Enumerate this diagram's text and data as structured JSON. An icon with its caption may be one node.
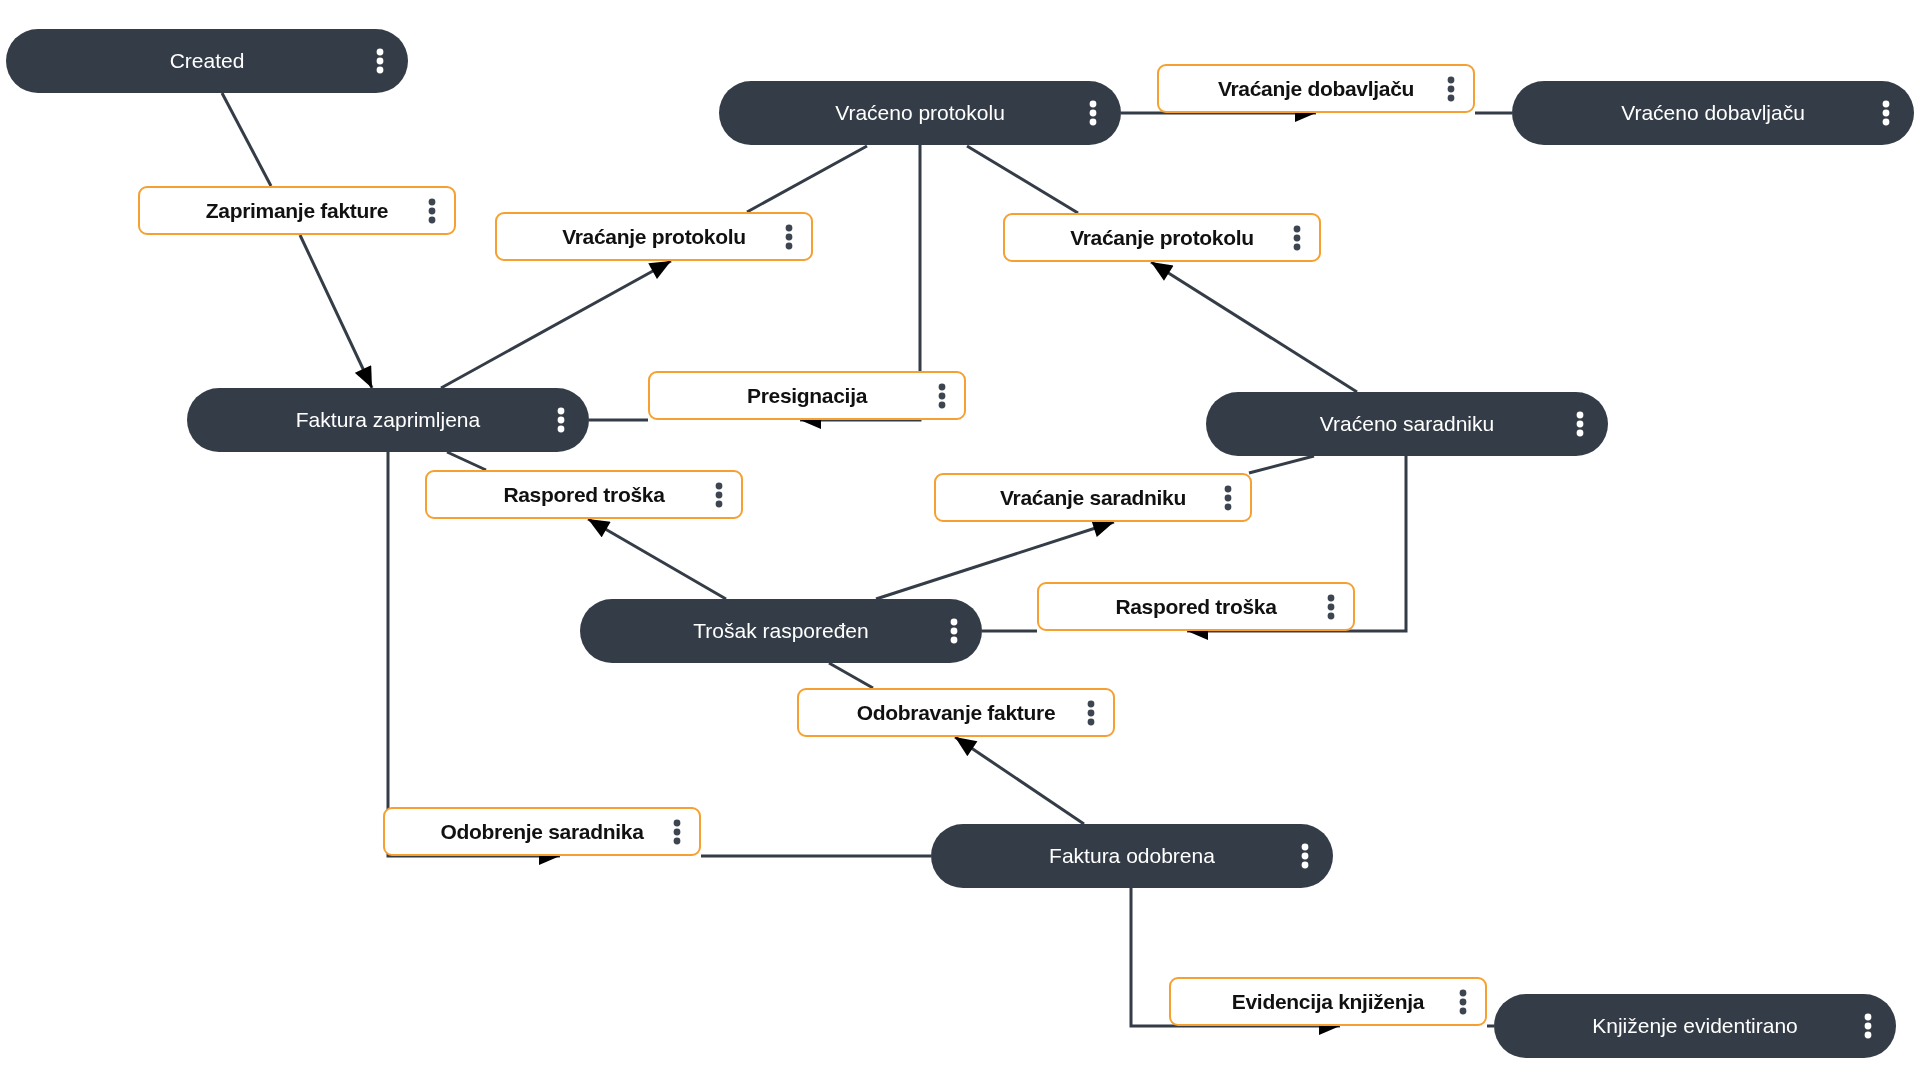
{
  "diagram": {
    "nodes": [
      {
        "text": [
          "Created"
        ]
      },
      {
        "text": [
          "Vraćeno protokolu"
        ]
      },
      {
        "text": [
          "Vraćeno dobavljaču"
        ]
      },
      {
        "text": [
          "Faktura zaprimljena"
        ]
      },
      {
        "text": [
          "Vraćeno saradniku"
        ]
      },
      {
        "text": [
          "Trošak raspoređen"
        ]
      },
      {
        "text": [
          "Faktura odobrena"
        ]
      },
      {
        "text": [
          "Knjiženje evidentirano"
        ]
      },
      {
        "text": [
          "Zaprimanje fakture"
        ]
      },
      {
        "text": [
          "Vraćanje protokolu"
        ]
      },
      {
        "text": [
          "Vraćanje protokolu"
        ]
      },
      {
        "text": [
          "Vraćanje dobavljaču"
        ]
      },
      {
        "text": [
          "Presignacija"
        ]
      },
      {
        "text": [
          "Raspored troška"
        ]
      },
      {
        "text": [
          "Vraćanje saradniku"
        ]
      },
      {
        "text": [
          "Raspored troška"
        ]
      },
      {
        "text": [
          "Odobravanje fakture"
        ]
      },
      {
        "text": [
          "Odobrenje saradnika"
        ]
      },
      {
        "text": [
          "Evidencija knjiženja"
        ]
      }
    ],
    "edges": [
      {
        "from": 0,
        "to": 8,
        "arrow": "none"
      },
      {
        "from": 8,
        "to": 3,
        "arrow": "to"
      },
      {
        "from": 3,
        "to": 9,
        "arrow": "to"
      },
      {
        "from": 9,
        "to": 1,
        "arrow": "none"
      },
      {
        "from": 4,
        "to": 10,
        "arrow": "to"
      },
      {
        "from": 10,
        "to": 1,
        "arrow": "none"
      },
      {
        "from": 1,
        "to": 11,
        "arrow": "to"
      },
      {
        "from": 11,
        "to": 2,
        "arrow": "none"
      },
      {
        "from": 1,
        "to": 12,
        "arrow": "to"
      },
      {
        "from": 12,
        "to": 3,
        "arrow": "none"
      },
      {
        "from": 5,
        "to": 13,
        "arrow": "to"
      },
      {
        "from": 13,
        "to": 3,
        "arrow": "none"
      },
      {
        "from": 5,
        "to": 14,
        "arrow": "to"
      },
      {
        "from": 14,
        "to": 4,
        "arrow": "none"
      },
      {
        "from": 4,
        "to": 15,
        "arrow": "to"
      },
      {
        "from": 15,
        "to": 5,
        "arrow": "none"
      },
      {
        "from": 6,
        "to": 16,
        "arrow": "to"
      },
      {
        "from": 16,
        "to": 5,
        "arrow": "none"
      },
      {
        "from": 3,
        "to": 17,
        "arrow": "to"
      },
      {
        "from": 17,
        "to": 6,
        "arrow": "none"
      },
      {
        "from": 6,
        "to": 18,
        "arrow": "to"
      },
      {
        "from": 18,
        "to": 7,
        "arrow": "none"
      }
    ]
  }
}
